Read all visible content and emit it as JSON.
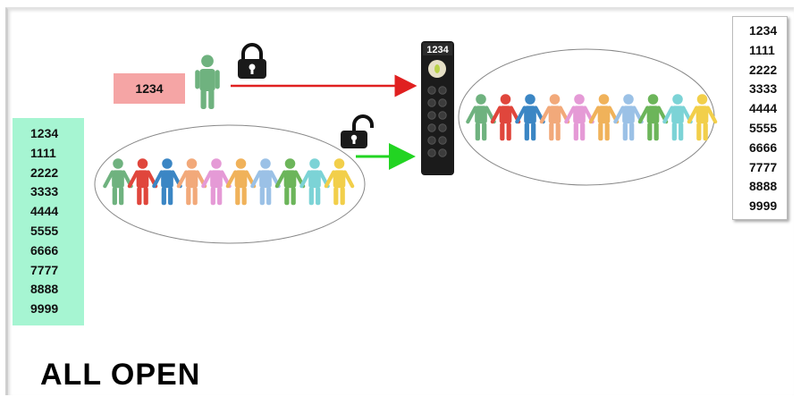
{
  "title": "ALL OPEN",
  "user_code": "1234",
  "keypad_display": "1234",
  "authorized_codes_left": [
    "1234",
    "1111",
    "2222",
    "3333",
    "4444",
    "5555",
    "6666",
    "7777",
    "8888",
    "9999"
  ],
  "authorized_codes_right": [
    "1234",
    "1111",
    "2222",
    "3333",
    "4444",
    "5555",
    "6666",
    "7777",
    "8888",
    "9999"
  ],
  "arrow_colors": {
    "request": "#e02020",
    "response": "#22d422"
  },
  "people_colors": [
    "#6fb27f",
    "#e0463c",
    "#3b86c4",
    "#f2a97a",
    "#e59ad6",
    "#f0b25a",
    "#9bc1e6",
    "#6cb55a",
    "#7cd3d6",
    "#f2cf4a"
  ],
  "icons": {
    "user": "person-icon",
    "locked": "padlock-locked-icon",
    "unlocked": "padlock-unlocked-icon",
    "device": "keypad-lock-icon"
  }
}
